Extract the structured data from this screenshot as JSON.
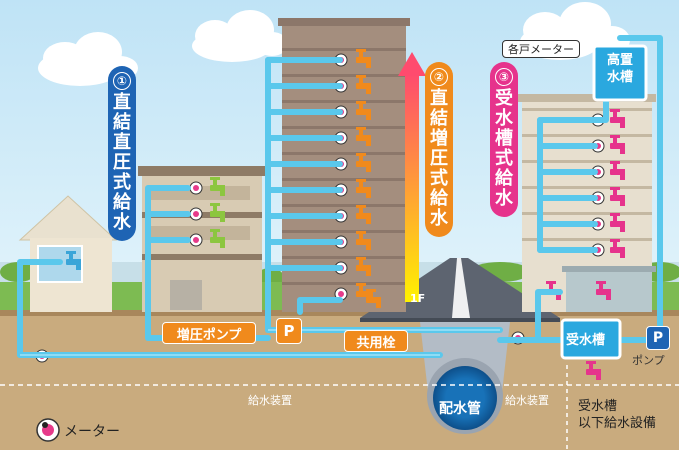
{
  "labels": {
    "type1": {
      "num": "①",
      "chars": [
        "直",
        "結",
        "直",
        "圧",
        "式",
        "給",
        "水"
      ]
    },
    "type2": {
      "num": "②",
      "chars": [
        "直",
        "結",
        "増",
        "圧",
        "式",
        "給",
        "水"
      ]
    },
    "type3": {
      "num": "③",
      "chars": [
        "受",
        "水",
        "槽",
        "式",
        "給",
        "水"
      ]
    },
    "meter_each": "各戸メーター",
    "high_tank": [
      "高置",
      "水槽"
    ],
    "booster_pump": "増圧ポンプ",
    "pump_p": "P",
    "common_tap": "共用栓",
    "floor_1f": "1F",
    "receiving_tank": "受水槽",
    "pump": "ポンプ",
    "main_pipe": "配水管",
    "supply_device_left": "給水装置",
    "supply_device_right": "給水装置",
    "below_tank": [
      "受水槽",
      "以下給水設備"
    ],
    "meter_legend": "メーター"
  },
  "colors": {
    "sky": "#cfe9f7",
    "pipe": "#4fc3e8",
    "ground": "#c9ab7e",
    "type1": "#1e64b4",
    "type2": "#f08a1c",
    "type3": "#e6338c",
    "border": "#f0e4a0"
  }
}
